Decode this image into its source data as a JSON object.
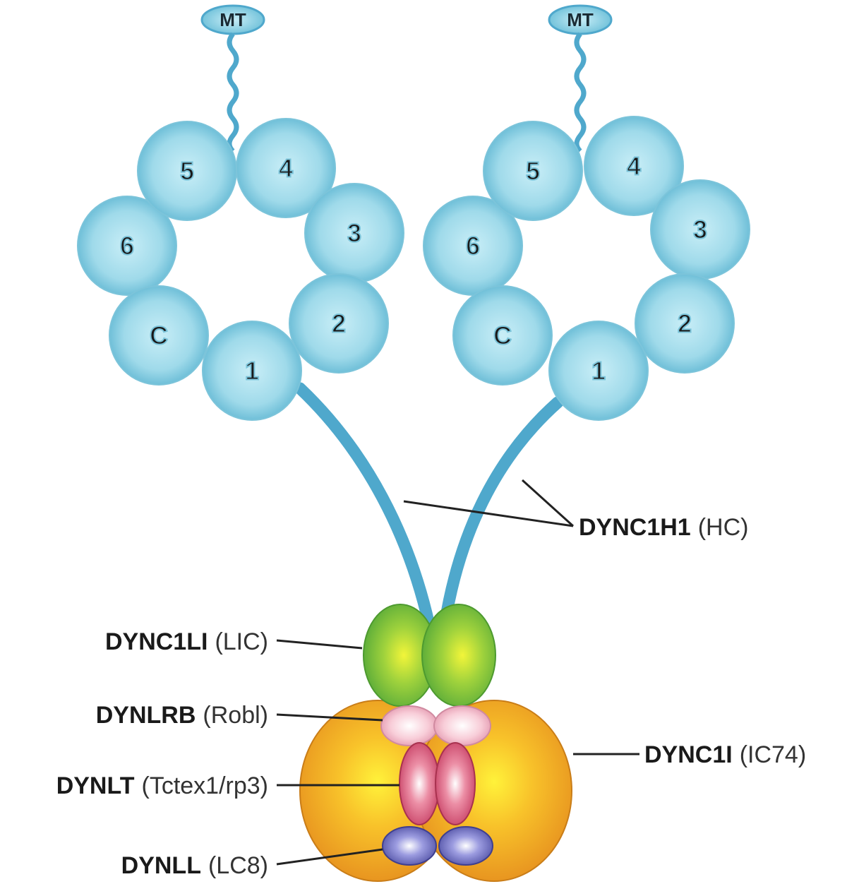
{
  "microtubule_label": "MT",
  "domain_labels": [
    "1",
    "2",
    "3",
    "4",
    "5",
    "6",
    "C"
  ],
  "labels": {
    "heavy_chain": {
      "name": "DYNC1H1",
      "alias": "(HC)"
    },
    "light_intermediate_chain": {
      "name": "DYNC1LI",
      "alias": "(LIC)"
    },
    "roadblock": {
      "name": "DYNLRB",
      "alias": "(Robl)"
    },
    "tctex": {
      "name": "DYNLT",
      "alias": "(Tctex1/rp3)"
    },
    "lc8": {
      "name": "DYNLL",
      "alias": "(LC8)"
    },
    "intermediate_chain": {
      "name": "DYNC1I",
      "alias": "(IC74)"
    }
  },
  "colors": {
    "motor_domain": "#8fd3e6",
    "stalk": "#4fa8cc",
    "lic": "#7cc342",
    "intermediate_chain": "#f2a623",
    "robl": "#f4b8c8",
    "tctex": "#e0607e",
    "lc8": "#7a7ac4"
  }
}
